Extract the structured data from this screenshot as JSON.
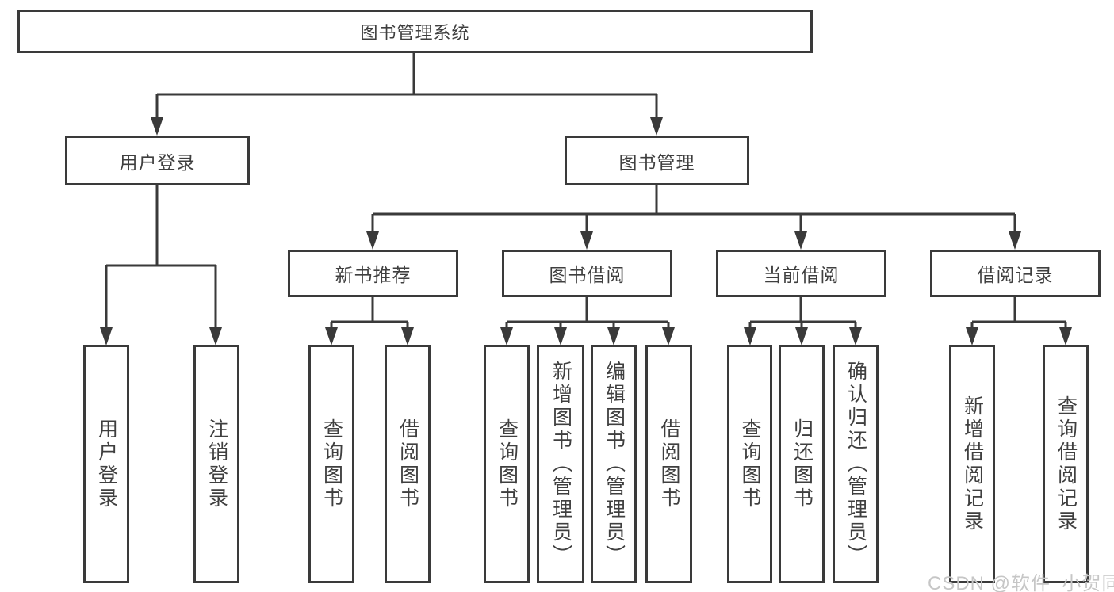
{
  "diagram": {
    "root": {
      "label": "图书管理系统"
    },
    "branches": [
      {
        "label": "用户登录",
        "children": [
          {
            "label": "用户登录"
          },
          {
            "label": "注销登录"
          }
        ]
      },
      {
        "label": "图书管理",
        "children": [
          {
            "label": "新书推荐",
            "children": [
              {
                "label": "查询图书"
              },
              {
                "label": "借阅图书"
              }
            ]
          },
          {
            "label": "图书借阅",
            "children": [
              {
                "label": "查询图书"
              },
              {
                "label": "新增图书（管理员）"
              },
              {
                "label": "编辑图书（管理员）"
              },
              {
                "label": "借阅图书"
              }
            ]
          },
          {
            "label": "当前借阅",
            "children": [
              {
                "label": "查询图书"
              },
              {
                "label": "归还图书"
              },
              {
                "label": "确认归还（管理员）"
              }
            ]
          },
          {
            "label": "借阅记录",
            "children": [
              {
                "label": "新增借阅记录"
              },
              {
                "label": "查询借阅记录"
              }
            ]
          }
        ]
      }
    ]
  },
  "watermark": {
    "text": "CSDN @软件_小贺同学"
  },
  "colors": {
    "line": "#3a3a3a",
    "box_border": "#3a3a3a",
    "text": "#3f3f3f",
    "watermark": "#c6c6c6",
    "background": "#ffffff"
  }
}
